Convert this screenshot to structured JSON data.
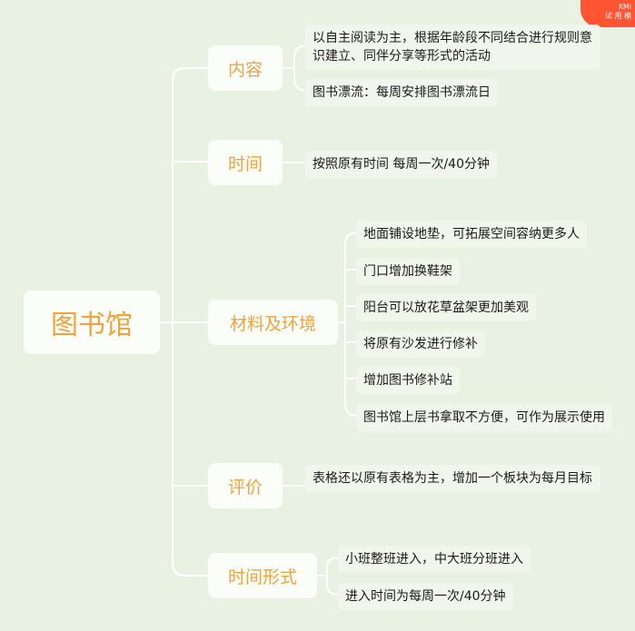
{
  "badge": {
    "line1": "XMi",
    "line2": "试 用 模"
  },
  "root": {
    "label": "图书馆"
  },
  "branches": [
    {
      "label": "内容",
      "leaves": [
        "以自主阅读为主，根据年龄段不同结合进行规则意识建立、同伴分享等形式的活动",
        "图书漂流：每周安排图书漂流日"
      ]
    },
    {
      "label": "时间",
      "leaves": [
        "按照原有时间 每周一次/40分钟"
      ]
    },
    {
      "label": "材料及环境",
      "leaves": [
        "地面铺设地垫，可拓展空间容纳更多人",
        "门口增加换鞋架",
        "阳台可以放花草盆架更加美观",
        "将原有沙发进行修补",
        "增加图书修补站",
        "图书馆上层书拿取不方便，可作为展示使用"
      ]
    },
    {
      "label": "评价",
      "leaves": [
        "表格还以原有表格为主，增加一个板块为每月目标"
      ]
    },
    {
      "label": "时间形式",
      "leaves": [
        "小班整班进入，中大班分班进入",
        "进入时间为每周一次/40分钟"
      ]
    }
  ],
  "colors": {
    "background": "#e8f1e2",
    "accent": "#f2a23b",
    "line": "#ffffff",
    "leaf_bg": "#f1f6ed"
  }
}
